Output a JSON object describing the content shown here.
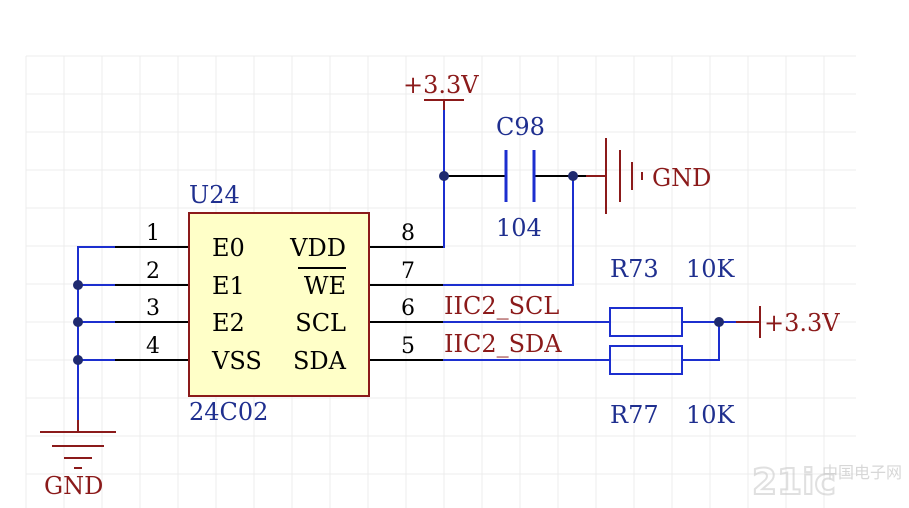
{
  "colors": {
    "wire_blue": "#1c2fcf",
    "net_red": "#8b1a1a",
    "chip_fill": "#ffffc8",
    "chip_border": "#8b1a1a",
    "grid": "#ececec",
    "label_blue": "#1f2f8f"
  },
  "u24": {
    "ref": "U24",
    "part": "24C02",
    "left_pins": [
      {
        "num": "1",
        "name": "E0"
      },
      {
        "num": "2",
        "name": "E1"
      },
      {
        "num": "3",
        "name": "E2"
      },
      {
        "num": "4",
        "name": "VSS"
      }
    ],
    "right_pins": [
      {
        "num": "8",
        "name": "VDD"
      },
      {
        "num": "7",
        "name": "WE"
      },
      {
        "num": "6",
        "name": "SCL"
      },
      {
        "num": "5",
        "name": "SDA"
      }
    ]
  },
  "c98": {
    "ref": "C98",
    "value": "104"
  },
  "r73": {
    "ref": "R73",
    "value": "10K"
  },
  "r77": {
    "ref": "R77",
    "value": "10K"
  },
  "power": {
    "vcc_top": "+3.3V",
    "vcc_right": "+3.3V"
  },
  "ground": {
    "left": "GND",
    "right": "GND"
  },
  "nets": {
    "scl": "IIC2_SCL",
    "sda": "IIC2_SDA"
  },
  "watermark": {
    "brand": "21ic",
    "chinese": "中国电子网"
  }
}
